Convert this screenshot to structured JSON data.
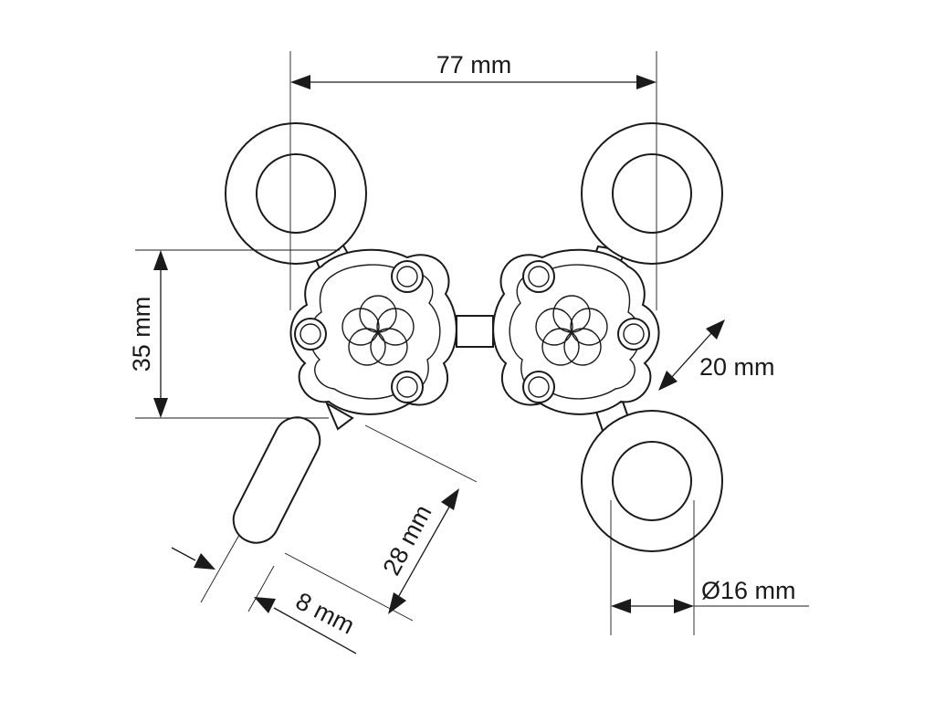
{
  "dimensions": {
    "width": "77 mm",
    "height": "35 mm",
    "spacing": "20 mm",
    "slot_length": "28 mm",
    "slot_width": "8 mm",
    "ring_diameter": "Ø16 mm"
  }
}
